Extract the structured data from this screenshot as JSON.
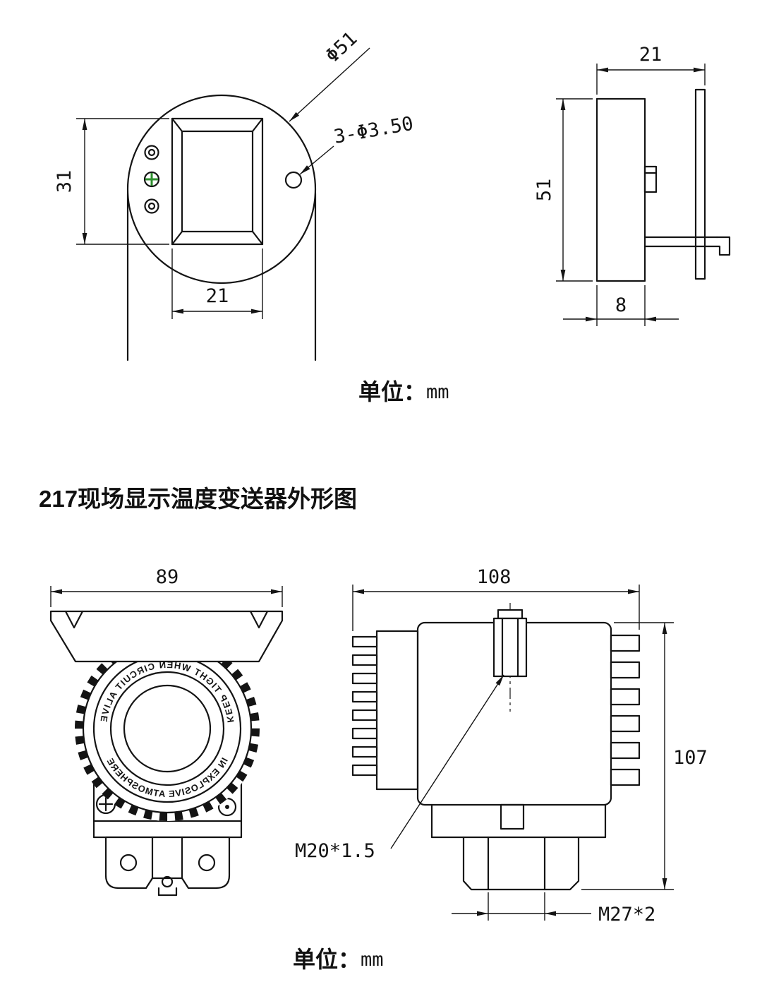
{
  "title": "217现场显示温度变送器外形图",
  "unit": {
    "label": "单位：",
    "value": "mm"
  },
  "top_view": {
    "front": {
      "diameter": "Φ51",
      "holes": "3-Φ3.50",
      "height": "31",
      "width": "21"
    },
    "side": {
      "width": "21",
      "height": "51",
      "thickness": "8"
    }
  },
  "bottom_view": {
    "front": {
      "width": "89",
      "cap_text_top": "KEEP TIGHT WHEN CIRCUIT ALIVE",
      "cap_text_bottom": "IN EXPLOSIVE ATMOSPHERE"
    },
    "side": {
      "width": "108",
      "height": "107",
      "conduit_thread": "M20*1.5",
      "process_thread": "M27*2"
    }
  }
}
